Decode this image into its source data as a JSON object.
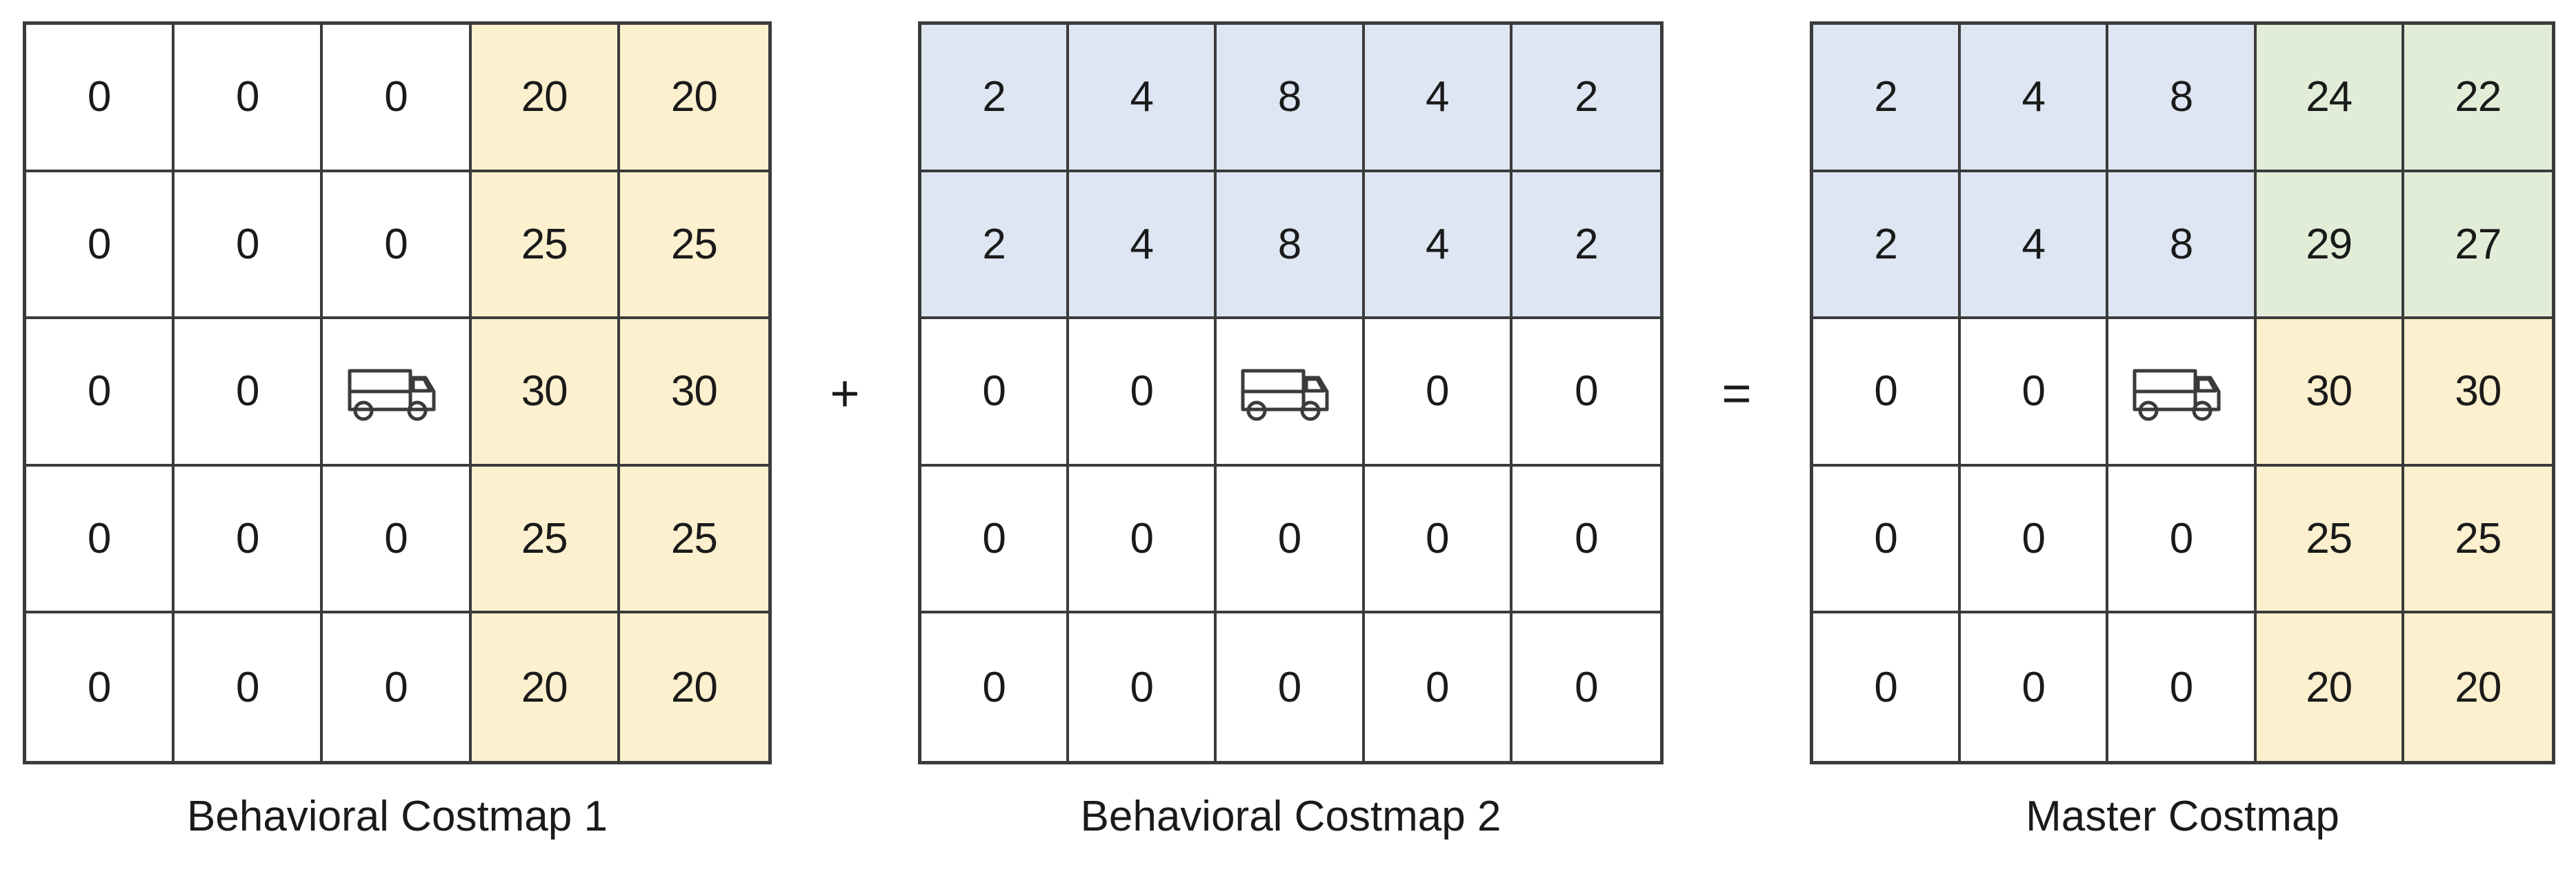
{
  "figure": {
    "type": "costmap-addition-diagram",
    "operators": {
      "plus": "+",
      "equals": "="
    },
    "colors": {
      "white": "#ffffff",
      "yellow": "#fdf0ce",
      "blue": "#dde6f2",
      "green": "#e2edd8",
      "grid_line": "#3b3b3b",
      "text": "#1a1a1a"
    },
    "robot_icon": "truck-icon"
  },
  "chart_data": {
    "type": "heatmap",
    "title": "",
    "grid_size": [
      5,
      5
    ],
    "panels": [
      {
        "caption": "Behavioral Costmap 1",
        "rows": [
          [
            {
              "value": "0",
              "fill": "white"
            },
            {
              "value": "0",
              "fill": "white"
            },
            {
              "value": "0",
              "fill": "white"
            },
            {
              "value": "20",
              "fill": "yellow"
            },
            {
              "value": "20",
              "fill": "yellow"
            }
          ],
          [
            {
              "value": "0",
              "fill": "white"
            },
            {
              "value": "0",
              "fill": "white"
            },
            {
              "value": "0",
              "fill": "white"
            },
            {
              "value": "25",
              "fill": "yellow"
            },
            {
              "value": "25",
              "fill": "yellow"
            }
          ],
          [
            {
              "value": "0",
              "fill": "white"
            },
            {
              "value": "0",
              "fill": "white"
            },
            {
              "value": "",
              "fill": "white",
              "icon": "truck-icon"
            },
            {
              "value": "30",
              "fill": "yellow"
            },
            {
              "value": "30",
              "fill": "yellow"
            }
          ],
          [
            {
              "value": "0",
              "fill": "white"
            },
            {
              "value": "0",
              "fill": "white"
            },
            {
              "value": "0",
              "fill": "white"
            },
            {
              "value": "25",
              "fill": "yellow"
            },
            {
              "value": "25",
              "fill": "yellow"
            }
          ],
          [
            {
              "value": "0",
              "fill": "white"
            },
            {
              "value": "0",
              "fill": "white"
            },
            {
              "value": "0",
              "fill": "white"
            },
            {
              "value": "20",
              "fill": "yellow"
            },
            {
              "value": "20",
              "fill": "yellow"
            }
          ]
        ]
      },
      {
        "caption": "Behavioral Costmap 2",
        "rows": [
          [
            {
              "value": "2",
              "fill": "blue"
            },
            {
              "value": "4",
              "fill": "blue"
            },
            {
              "value": "8",
              "fill": "blue"
            },
            {
              "value": "4",
              "fill": "blue"
            },
            {
              "value": "2",
              "fill": "blue"
            }
          ],
          [
            {
              "value": "2",
              "fill": "blue"
            },
            {
              "value": "4",
              "fill": "blue"
            },
            {
              "value": "8",
              "fill": "blue"
            },
            {
              "value": "4",
              "fill": "blue"
            },
            {
              "value": "2",
              "fill": "blue"
            }
          ],
          [
            {
              "value": "0",
              "fill": "white"
            },
            {
              "value": "0",
              "fill": "white"
            },
            {
              "value": "",
              "fill": "white",
              "icon": "truck-icon"
            },
            {
              "value": "0",
              "fill": "white"
            },
            {
              "value": "0",
              "fill": "white"
            }
          ],
          [
            {
              "value": "0",
              "fill": "white"
            },
            {
              "value": "0",
              "fill": "white"
            },
            {
              "value": "0",
              "fill": "white"
            },
            {
              "value": "0",
              "fill": "white"
            },
            {
              "value": "0",
              "fill": "white"
            }
          ],
          [
            {
              "value": "0",
              "fill": "white"
            },
            {
              "value": "0",
              "fill": "white"
            },
            {
              "value": "0",
              "fill": "white"
            },
            {
              "value": "0",
              "fill": "white"
            },
            {
              "value": "0",
              "fill": "white"
            }
          ]
        ]
      },
      {
        "caption": "Master Costmap",
        "rows": [
          [
            {
              "value": "2",
              "fill": "blue"
            },
            {
              "value": "4",
              "fill": "blue"
            },
            {
              "value": "8",
              "fill": "blue"
            },
            {
              "value": "24",
              "fill": "green"
            },
            {
              "value": "22",
              "fill": "green"
            }
          ],
          [
            {
              "value": "2",
              "fill": "blue"
            },
            {
              "value": "4",
              "fill": "blue"
            },
            {
              "value": "8",
              "fill": "blue"
            },
            {
              "value": "29",
              "fill": "green"
            },
            {
              "value": "27",
              "fill": "green"
            }
          ],
          [
            {
              "value": "0",
              "fill": "white"
            },
            {
              "value": "0",
              "fill": "white"
            },
            {
              "value": "",
              "fill": "white",
              "icon": "truck-icon"
            },
            {
              "value": "30",
              "fill": "yellow"
            },
            {
              "value": "30",
              "fill": "yellow"
            }
          ],
          [
            {
              "value": "0",
              "fill": "white"
            },
            {
              "value": "0",
              "fill": "white"
            },
            {
              "value": "0",
              "fill": "white"
            },
            {
              "value": "25",
              "fill": "yellow"
            },
            {
              "value": "25",
              "fill": "yellow"
            }
          ],
          [
            {
              "value": "0",
              "fill": "white"
            },
            {
              "value": "0",
              "fill": "white"
            },
            {
              "value": "0",
              "fill": "white"
            },
            {
              "value": "20",
              "fill": "yellow"
            },
            {
              "value": "20",
              "fill": "yellow"
            }
          ]
        ]
      }
    ]
  }
}
